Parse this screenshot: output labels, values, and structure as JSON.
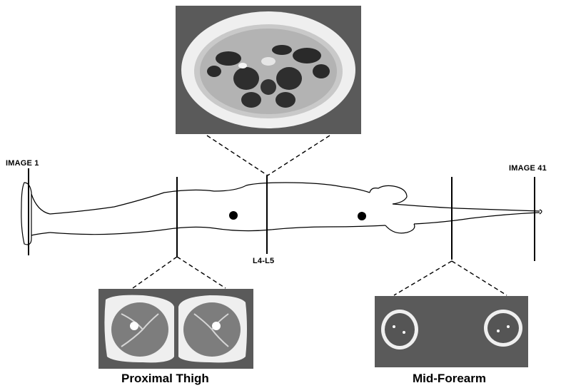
{
  "labels": {
    "image_first": "IMAGE 1",
    "image_last": "IMAGE 41",
    "level": "L4-L5",
    "thigh": "Proximal Thigh",
    "forearm": "Mid-Forearm"
  },
  "colors": {
    "panel": "#5a5a5a",
    "tissue": "#f0f0f0",
    "muscle": "#8a8a8a",
    "viscera": "#2a2a2a",
    "line": "#000000"
  }
}
